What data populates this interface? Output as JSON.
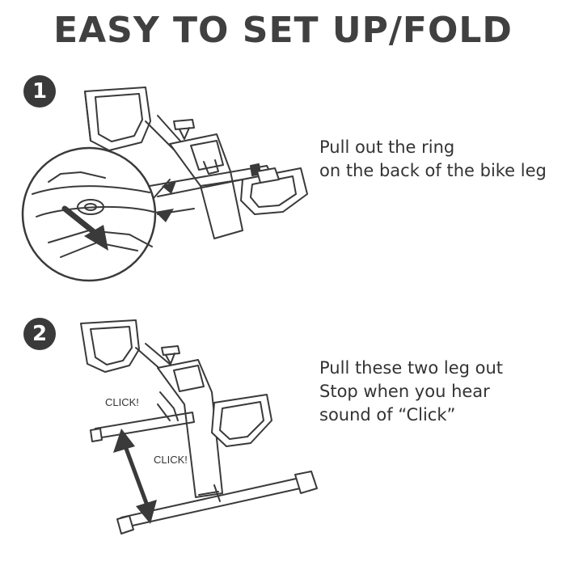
{
  "title": "EASY TO SET UP/FOLD",
  "steps": [
    {
      "number": "1",
      "lines": [
        "Pull out the ring",
        "on the back of the bike leg"
      ]
    },
    {
      "number": "2",
      "lines": [
        "Pull these two leg out",
        "Stop when you hear",
        "sound of “Click”"
      ]
    }
  ],
  "click_labels": [
    "CLICK!",
    "CLICK!"
  ],
  "colors": {
    "text": "#333333",
    "badge": "#3a3a3a",
    "line": "#3a3a3a"
  }
}
